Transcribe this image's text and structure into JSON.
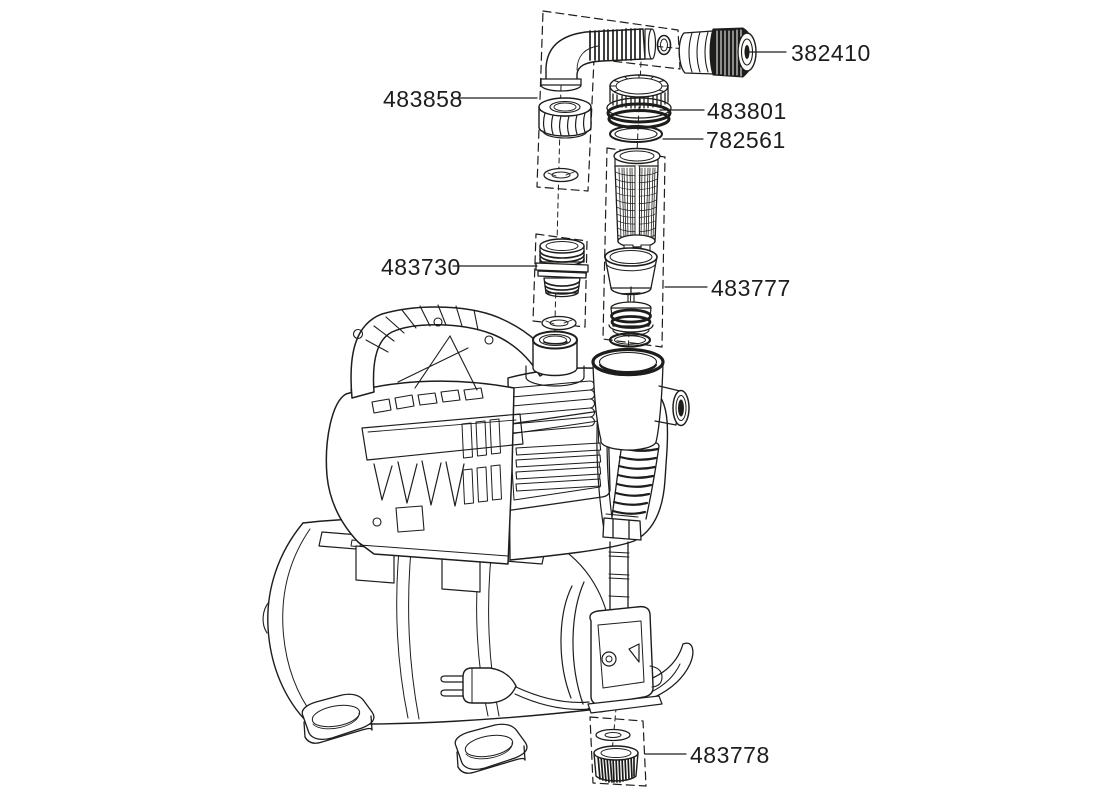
{
  "diagram": {
    "background": "#ffffff",
    "line_color": "#1d1d1b",
    "type": "exploded-parts-diagram",
    "parts": [
      {
        "number": "382410",
        "name": "hose-connector"
      },
      {
        "number": "483858",
        "name": "union-nut"
      },
      {
        "number": "483801",
        "name": "filter-cap"
      },
      {
        "number": "782561",
        "name": "o-ring-large"
      },
      {
        "number": "483730",
        "name": "double-nipple"
      },
      {
        "number": "483777",
        "name": "filter-unit"
      },
      {
        "number": "483778",
        "name": "drain-plug"
      }
    ]
  }
}
